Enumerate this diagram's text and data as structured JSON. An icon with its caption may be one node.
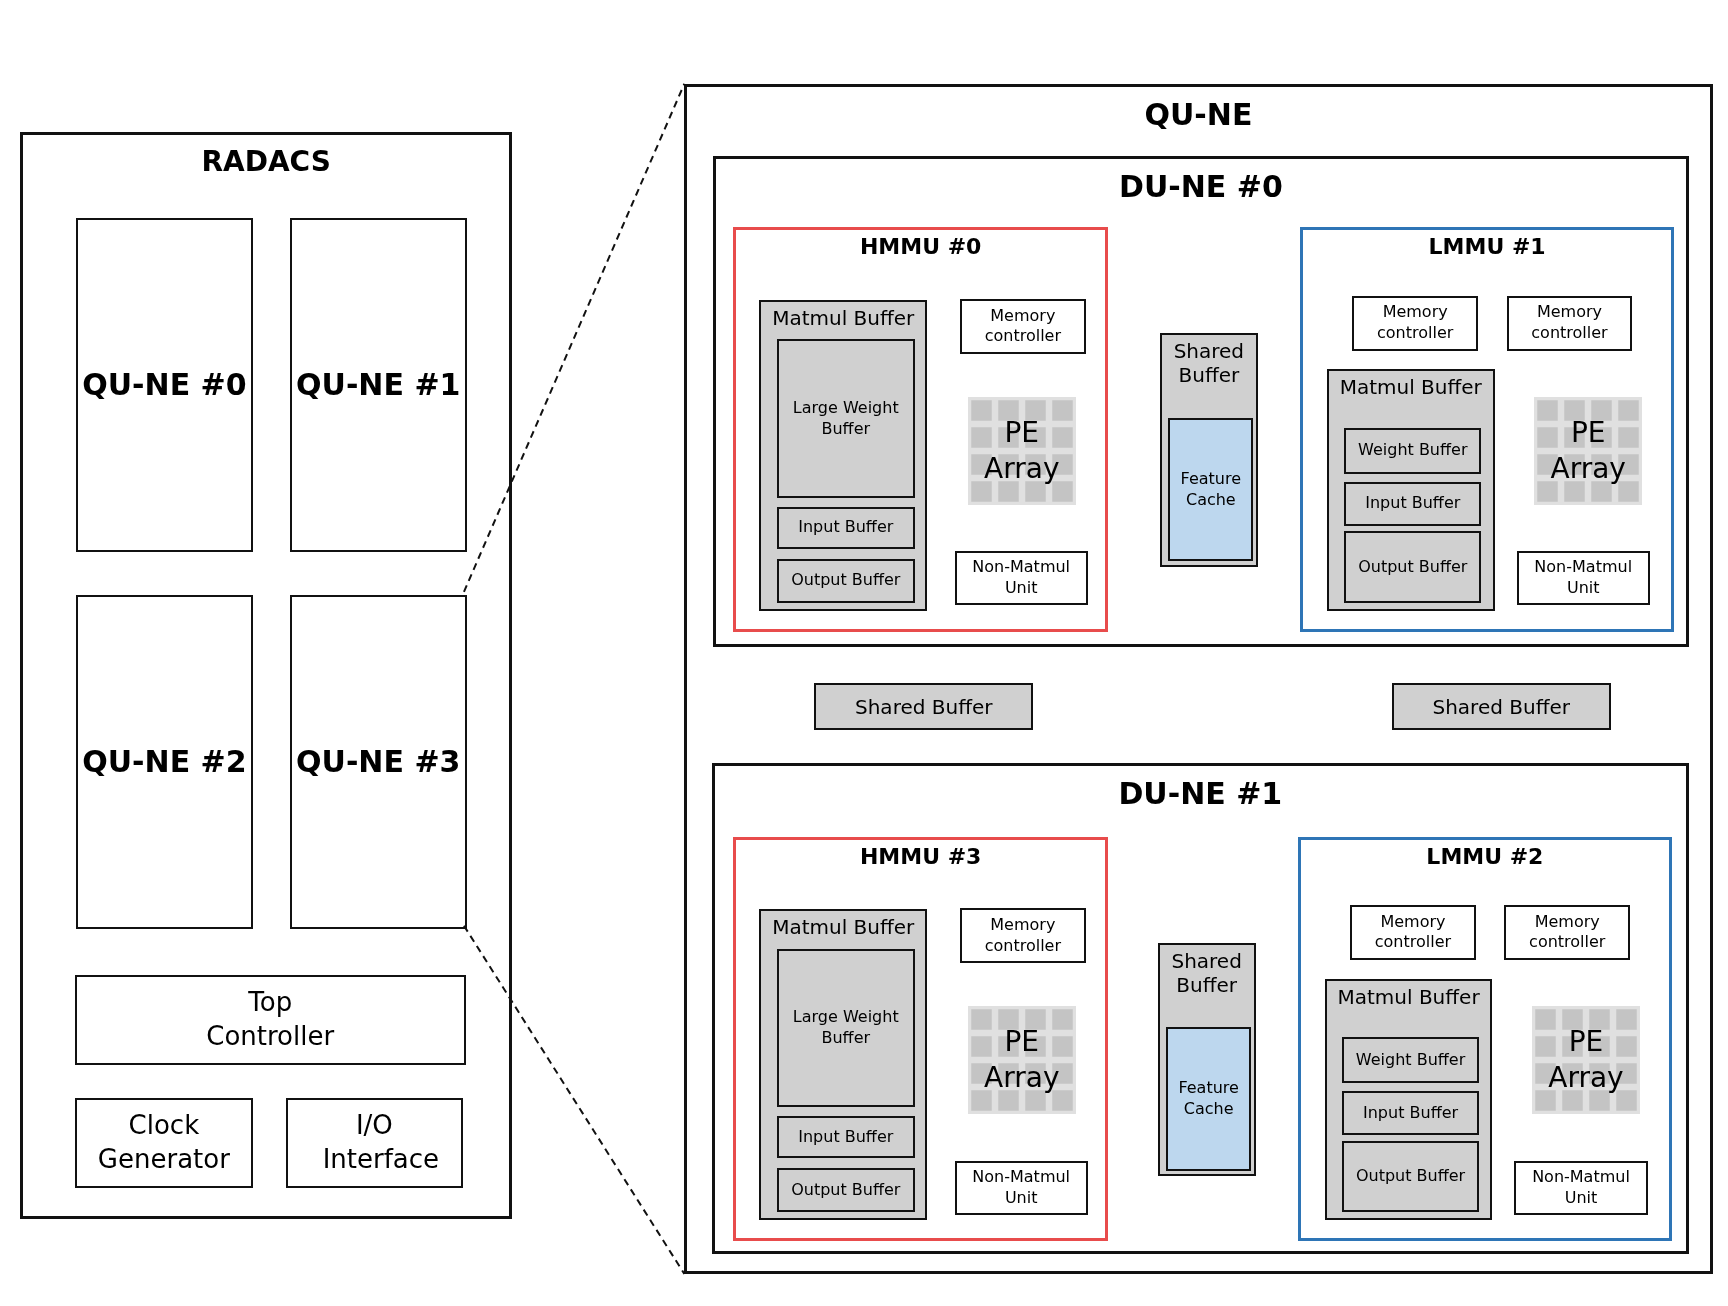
{
  "diagram": {
    "nodes": [
      {
        "text": [
          "RADACS"
        ]
      },
      {
        "text": [
          "QU-NE #0"
        ],
        "in": 0
      },
      {
        "text": [
          "QU-NE #1"
        ],
        "in": 0
      },
      {
        "text": [
          "QU-NE #2"
        ],
        "in": 0
      },
      {
        "text": [
          "QU-NE #3"
        ],
        "in": 0
      },
      {
        "text": [
          "Top Controller"
        ],
        "in": 0
      },
      {
        "text": [
          "Clock Generator"
        ],
        "in": 0
      },
      {
        "text": [
          "I/O Interface"
        ],
        "in": 0
      },
      {
        "text": [
          "QU-NE"
        ]
      },
      {
        "text": [
          "DU-NE #0"
        ],
        "in": 8
      },
      {
        "text": [
          "HMMU #0"
        ],
        "in": 9
      },
      {
        "text": [
          "Matmul Buffer"
        ],
        "in": 10
      },
      {
        "text": [
          "Large Weight Buffer"
        ],
        "in": 11
      },
      {
        "text": [
          "Input Buffer"
        ],
        "in": 11
      },
      {
        "text": [
          "Output Buffer"
        ],
        "in": 11
      },
      {
        "text": [
          "Memory controller"
        ],
        "in": 10
      },
      {
        "text": [
          "PE Array"
        ],
        "in": 10
      },
      {
        "text": [
          "Non-Matmul Unit"
        ],
        "in": 10
      },
      {
        "text": [
          "Shared Buffer"
        ],
        "in": 9
      },
      {
        "text": [
          "Feature Cache"
        ],
        "in": 18
      },
      {
        "text": [
          "LMMU #1"
        ],
        "in": 9
      },
      {
        "text": [
          "Memory controller"
        ],
        "in": 20
      },
      {
        "text": [
          "Memory controller"
        ],
        "in": 20
      },
      {
        "text": [
          "Matmul Buffer"
        ],
        "in": 20
      },
      {
        "text": [
          "Weight Buffer"
        ],
        "in": 23
      },
      {
        "text": [
          "Input Buffer"
        ],
        "in": 23
      },
      {
        "text": [
          "Output Buffer"
        ],
        "in": 23
      },
      {
        "text": [
          "PE Array"
        ],
        "in": 20
      },
      {
        "text": [
          "Non-Matmul Unit"
        ],
        "in": 20
      },
      {
        "text": [
          "Shared Buffer"
        ],
        "in": 8
      },
      {
        "text": [
          "Shared Buffer"
        ],
        "in": 8
      },
      {
        "text": [
          "DU-NE #1"
        ],
        "in": 8
      },
      {
        "text": [
          "HMMU #3"
        ],
        "in": 31
      },
      {
        "text": [
          "Matmul Buffer"
        ],
        "in": 32
      },
      {
        "text": [
          "Large Weight Buffer"
        ],
        "in": 33
      },
      {
        "text": [
          "Input Buffer"
        ],
        "in": 33
      },
      {
        "text": [
          "Output Buffer"
        ],
        "in": 33
      },
      {
        "text": [
          "Memory controller"
        ],
        "in": 32
      },
      {
        "text": [
          "PE Array"
        ],
        "in": 32
      },
      {
        "text": [
          "Non-Matmul Unit"
        ],
        "in": 32
      },
      {
        "text": [
          "Shared Buffer"
        ],
        "in": 31
      },
      {
        "text": [
          "Feature Cache"
        ],
        "in": 40
      },
      {
        "text": [
          "LMMU #2"
        ],
        "in": 31
      },
      {
        "text": [
          "Memory controller"
        ],
        "in": 42
      },
      {
        "text": [
          "Memory controller"
        ],
        "in": 42
      },
      {
        "text": [
          "Matmul Buffer"
        ],
        "in": 42
      },
      {
        "text": [
          "Weight Buffer"
        ],
        "in": 45
      },
      {
        "text": [
          "Input Buffer"
        ],
        "in": 45
      },
      {
        "text": [
          "Output Buffer"
        ],
        "in": 45
      },
      {
        "text": [
          "PE Array"
        ],
        "in": 42
      },
      {
        "text": [
          "Non-Matmul Unit"
        ],
        "in": 42
      }
    ],
    "edges": [
      {
        "from": 4,
        "to": 8,
        "arrow": "none",
        "style": "dashed"
      },
      {
        "from": 4,
        "to": 8,
        "arrow": "none",
        "style": "dashed"
      }
    ]
  }
}
